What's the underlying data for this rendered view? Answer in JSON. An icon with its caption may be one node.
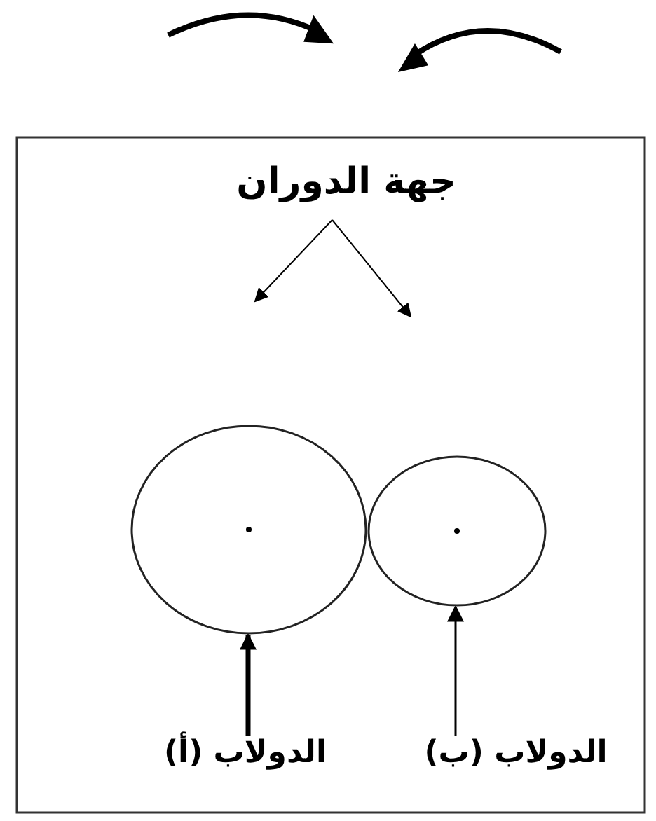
{
  "diagram": {
    "nodes": [
      {
        "text": [
          "جهة الدوران"
        ]
      },
      {
        "text": [],
        "shape": "circle"
      },
      {
        "text": [],
        "shape": "circle"
      },
      {
        "text": [
          "الدولاب (أ)"
        ]
      },
      {
        "text": [
          "الدولاب (ب)"
        ]
      }
    ],
    "edges": [
      {
        "from": 0,
        "to": null,
        "arrow": "to"
      },
      {
        "from": 0,
        "to": null,
        "arrow": "to"
      },
      {
        "from": 3,
        "to": 1,
        "arrow": "to",
        "style": "thick"
      },
      {
        "from": 4,
        "to": 2,
        "arrow": "to"
      }
    ]
  }
}
